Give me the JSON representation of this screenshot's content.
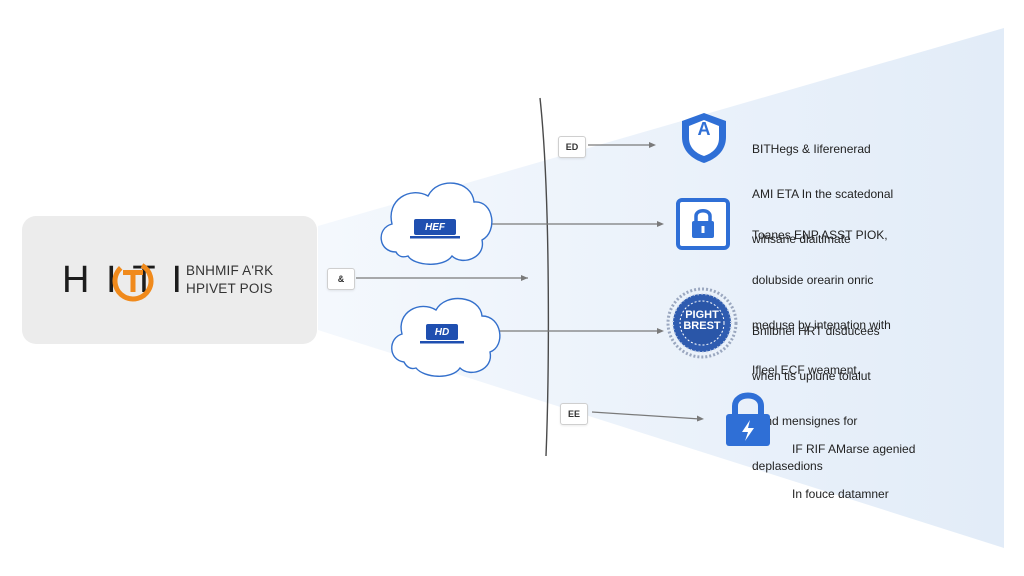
{
  "source": {
    "logo_text": "H I T I",
    "brand_line_1": "BNHMIF A'RK",
    "brand_line_2": "HPIVET POIS",
    "link_tag": "&"
  },
  "clouds": [
    {
      "label": "HEF"
    },
    {
      "label": "HD"
    }
  ],
  "branches": [
    {
      "tag": "ED",
      "icon": "shield-icon",
      "icon_letter": "A",
      "desc": [
        "BITHegs & Iiferenerad",
        "AMI ETA In the scatedonal",
        "wihsane diaitimate"
      ]
    },
    {
      "icon": "padlock-square-icon",
      "desc": [
        "Toanes ENP ASST PIOK,",
        "dolubside orearin onric",
        "meduse by intenation with",
        "Ifleel ECF weament."
      ]
    },
    {
      "icon": "seal-icon",
      "seal_line_1": "PIGHT",
      "seal_line_2": "BREST",
      "desc": [
        "Bnlibnel HRT disducees",
        "when tis uplune tolalut",
        "dand mensignes for",
        "deplasedions"
      ]
    },
    {
      "tag": "EE",
      "icon": "lock-icon",
      "desc": [
        "IF RIF AMarse agenied",
        "In fouce datamner"
      ]
    }
  ],
  "colors": {
    "accent_blue": "#2f6fd6",
    "orange": "#f08a1c",
    "beam": "#e6effa",
    "source_box": "#ececec"
  }
}
